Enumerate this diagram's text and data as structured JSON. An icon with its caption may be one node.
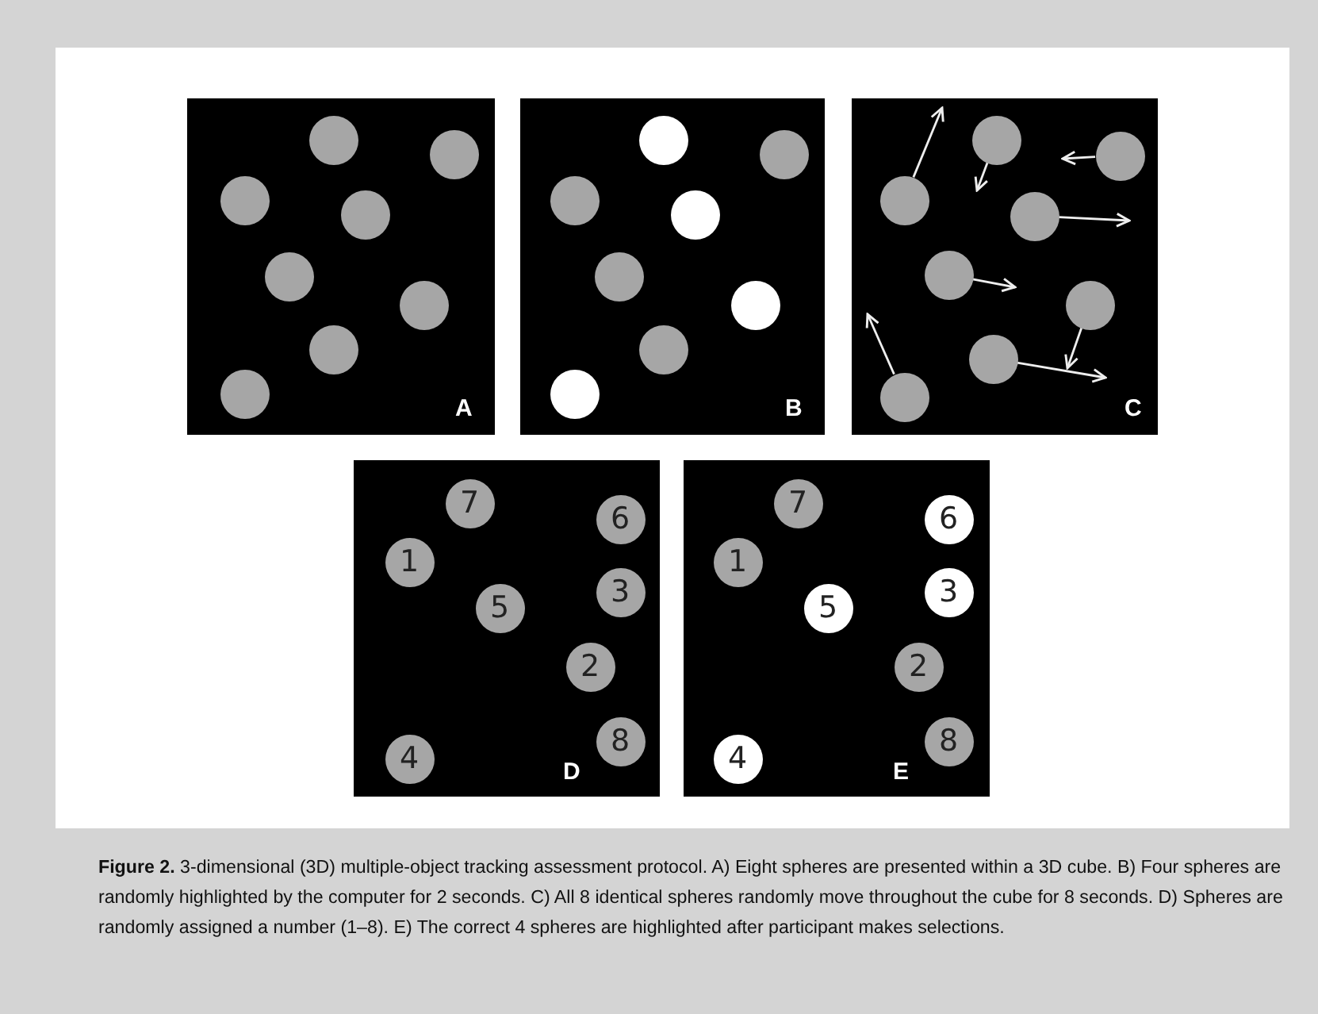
{
  "diagram": {
    "caption": "**Figure 2.** 3-dimensional (3D) multiple-object tracking assessment protocol. A) Eight spheres are presented within a 3D cube. B) Four spheres are randomly highlighted by the computer for 2 seconds. C) All 8 identical spheres randomly move throughout the cube for 8 seconds. D) Spheres are randomly assigned a number (1–8). E) The correct 4 spheres are highlighted after participant makes selections.",
    "nodes": [
      {
        "text": [
          "A"
        ]
      },
      {
        "text": [],
        "shape": "circle",
        "in": 0
      },
      {
        "text": [],
        "shape": "circle",
        "in": 0
      },
      {
        "text": [],
        "shape": "circle",
        "in": 0
      },
      {
        "text": [],
        "shape": "circle",
        "in": 0
      },
      {
        "text": [],
        "shape": "circle",
        "in": 0
      },
      {
        "text": [],
        "shape": "circle",
        "in": 0
      },
      {
        "text": [],
        "shape": "circle",
        "in": 0
      },
      {
        "text": [],
        "shape": "circle",
        "in": 0
      },
      {
        "text": [
          "B"
        ]
      },
      {
        "text": [],
        "shape": "circle",
        "in": 9
      },
      {
        "text": [],
        "shape": "circle",
        "in": 9
      },
      {
        "text": [],
        "shape": "circle",
        "in": 9
      },
      {
        "text": [],
        "shape": "circle",
        "in": 9
      },
      {
        "text": [],
        "shape": "circle",
        "in": 9
      },
      {
        "text": [],
        "shape": "circle",
        "in": 9
      },
      {
        "text": [],
        "shape": "circle",
        "in": 9
      },
      {
        "text": [],
        "shape": "circle",
        "in": 9
      },
      {
        "text": [
          "C"
        ]
      },
      {
        "text": [],
        "shape": "circle",
        "in": 18
      },
      {
        "text": [],
        "shape": "circle",
        "in": 18
      },
      {
        "text": [],
        "shape": "circle",
        "in": 18
      },
      {
        "text": [],
        "shape": "circle",
        "in": 18
      },
      {
        "text": [],
        "shape": "circle",
        "in": 18
      },
      {
        "text": [],
        "shape": "circle",
        "in": 18
      },
      {
        "text": [],
        "shape": "circle",
        "in": 18
      },
      {
        "text": [],
        "shape": "circle",
        "in": 18
      },
      {
        "text": [
          "D"
        ]
      },
      {
        "text": [
          "7"
        ],
        "in": 27
      },
      {
        "text": [
          "6"
        ],
        "in": 27
      },
      {
        "text": [
          "1"
        ],
        "in": 27
      },
      {
        "text": [
          "3"
        ],
        "in": 27
      },
      {
        "text": [
          "5"
        ],
        "in": 27
      },
      {
        "text": [
          "2"
        ],
        "in": 27
      },
      {
        "text": [
          "8"
        ],
        "in": 27
      },
      {
        "text": [
          "4"
        ],
        "in": 27
      },
      {
        "text": [
          "E"
        ]
      },
      {
        "text": [
          "7"
        ],
        "in": 36
      },
      {
        "text": [
          "6"
        ],
        "in": 36
      },
      {
        "text": [
          "1"
        ],
        "in": 36
      },
      {
        "text": [
          "3"
        ],
        "in": 36
      },
      {
        "text": [
          "5"
        ],
        "in": 36
      },
      {
        "text": [
          "2"
        ],
        "in": 36
      },
      {
        "text": [
          "8"
        ],
        "in": 36
      },
      {
        "text": [
          "4"
        ],
        "in": 36
      }
    ],
    "edges": [
      {
        "from": 21,
        "to": null,
        "arrow": "to"
      },
      {
        "from": 19,
        "to": null,
        "arrow": "to"
      },
      {
        "from": 20,
        "to": null,
        "arrow": "to"
      },
      {
        "from": 22,
        "to": null,
        "arrow": "to"
      },
      {
        "from": 23,
        "to": null,
        "arrow": "to"
      },
      {
        "from": 24,
        "to": null,
        "arrow": "to"
      },
      {
        "from": 25,
        "to": null,
        "arrow": "to"
      },
      {
        "from": 26,
        "to": null,
        "arrow": "to"
      }
    ]
  }
}
